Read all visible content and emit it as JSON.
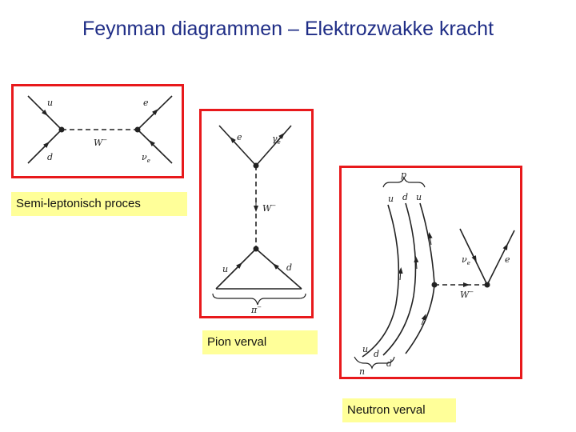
{
  "title": "Feynman diagrammen – Elektrozwakke kracht",
  "diagram1": {
    "caption": "Semi-leptonisch proces",
    "labels": {
      "u": "u",
      "d": "d",
      "e": "e",
      "nu": "ν",
      "nu_sub": "e",
      "w": "W",
      "w_sup": "−"
    }
  },
  "diagram2": {
    "caption": "Pion verval",
    "labels": {
      "e": "e",
      "gamma": "γ",
      "gamma_sub": "e",
      "w": "W",
      "w_sup": "−",
      "u": "u",
      "d": "d",
      "pi": "π",
      "pi_sup": "−"
    }
  },
  "diagram3": {
    "caption": "Neutron verval",
    "labels": {
      "p": "p",
      "u1": "u",
      "d1": "d",
      "u2": "u",
      "nu": "ν",
      "nu_sub": "e",
      "e": "e",
      "w": "W",
      "w_sup": "−",
      "u_bottom": "u",
      "d_mid": "d",
      "d_bottom": "d",
      "n": "n"
    }
  }
}
